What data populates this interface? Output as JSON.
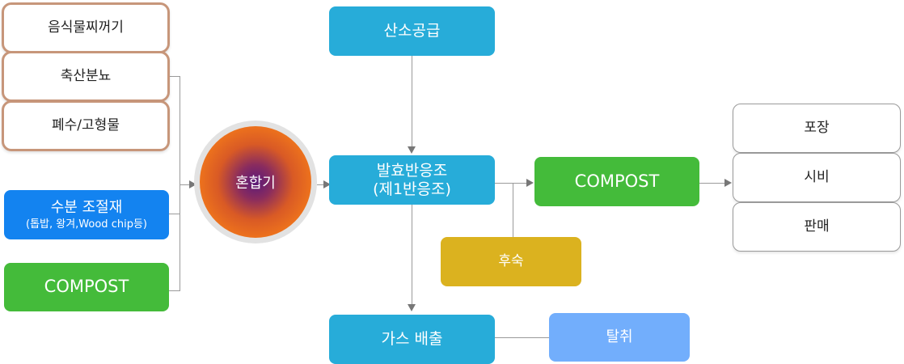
{
  "inputs": [
    {
      "label": "음식물찌꺼기"
    },
    {
      "label": "축산분뇨"
    },
    {
      "label": "폐수/고형물"
    }
  ],
  "moisture_adjuster": {
    "label": "수분 조절재",
    "sublabel": "(톱밥, 왕겨,Wood chip등)"
  },
  "compost_input": {
    "label": "COMPOST"
  },
  "mixer": {
    "label": "혼합기"
  },
  "oxygen_supply": {
    "label": "산소공급"
  },
  "fermenter": {
    "line1": "발효반응조",
    "line2": "(제1반응조)"
  },
  "compost_output": {
    "label": "COMPOST"
  },
  "post_ripening": {
    "label": "후숙"
  },
  "gas_exhaust": {
    "label": "가스 배출"
  },
  "deodorization": {
    "label": "탈취"
  },
  "outputs": [
    {
      "label": "포장"
    },
    {
      "label": "시비"
    },
    {
      "label": "판매"
    }
  ],
  "colors": {
    "input_border": "#c7967a",
    "process_blue": "#27acd9",
    "compost_green": "#44bb3a",
    "ripening_yellow": "#dbb21f",
    "deodor_blue": "#72aefc",
    "adjuster_blue": "#1383f0",
    "mixer_orange": "#ee731c"
  }
}
